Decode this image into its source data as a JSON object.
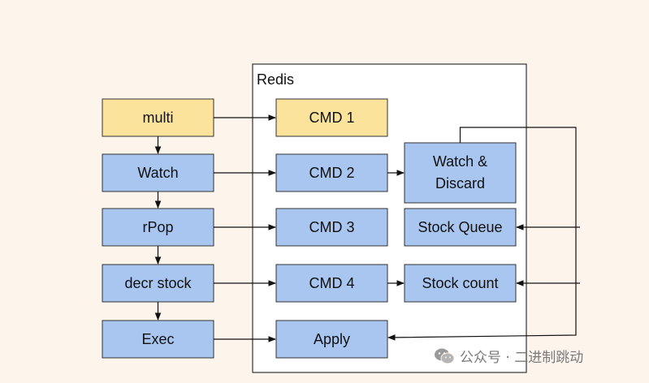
{
  "diagram": {
    "container_label": "Redis",
    "client_steps": [
      "multi",
      "Watch",
      "rPop",
      "decr stock",
      "Exec"
    ],
    "redis_commands": [
      "CMD 1",
      "CMD 2",
      "CMD 3",
      "CMD 4",
      "Apply"
    ],
    "redis_side": [
      "Watch &",
      "Discard",
      "Stock Queue",
      "Stock count"
    ]
  },
  "watermark": {
    "text": "公众号 · 二进制跳动",
    "icon": "wechat-icon"
  },
  "colors": {
    "yellow_fill": "#fbe39b",
    "blue_fill": "#a8c6ef",
    "box_stroke": "#333333",
    "background": "#fdf4ec",
    "container_fill": "#ffffff"
  }
}
